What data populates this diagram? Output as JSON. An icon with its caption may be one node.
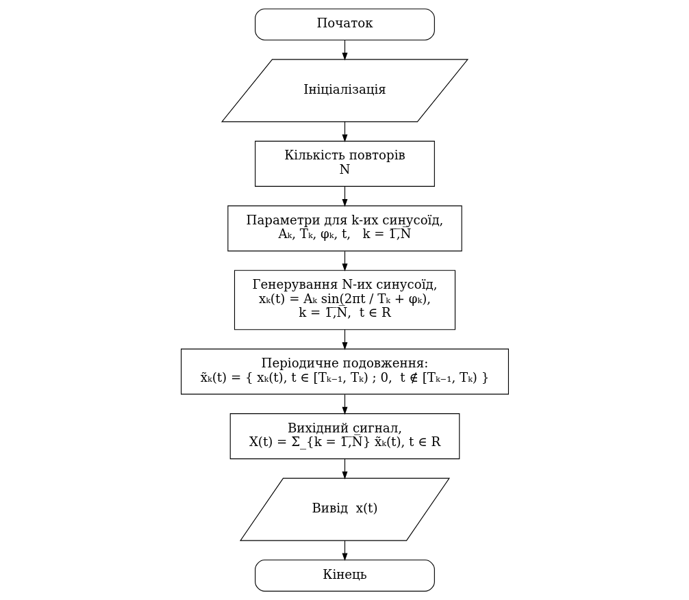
{
  "diagram": {
    "nodes": [
      {
        "text": [
          "Початок"
        ]
      },
      {
        "text": [
          "Ініціалізація"
        ]
      },
      {
        "text": [
          "Кількість повторів",
          "N"
        ]
      },
      {
        "text": [
          "Параметри для k-их синусоїд,",
          "Aₖ, Tₖ, φₖ, t,   k = 1̅,̅N̅"
        ]
      },
      {
        "text": [
          "Генерування N-их синусоїд,",
          "xₖ(t) = Aₖ sin(2πt / Tₖ + φₖ),",
          "k = 1̅,̅N̅,  t ∈ R"
        ]
      },
      {
        "text": [
          "Періодичне подовження:",
          "x̃ₖ(t) = { xₖ(t), t ∈ [Tₖ₋₁, Tₖ) ; 0,  t ∉ [Tₖ₋₁, Tₖ) }"
        ]
      },
      {
        "text": [
          "Вихідний сигнал,",
          "X(t) = Σ_{k = 1̅,̅N̅} x̃ₖ(t), t ∈ R"
        ]
      },
      {
        "text": [
          "Вивід  x(t)"
        ]
      },
      {
        "text": [
          "Кінець"
        ]
      }
    ],
    "edges": [
      {
        "from": 0,
        "to": 1,
        "arrow": "to"
      },
      {
        "from": 1,
        "to": 2,
        "arrow": "to"
      },
      {
        "from": 2,
        "to": 3,
        "arrow": "to"
      },
      {
        "from": 3,
        "to": 4,
        "arrow": "to"
      },
      {
        "from": 4,
        "to": 5,
        "arrow": "to"
      },
      {
        "from": 5,
        "to": 6,
        "arrow": "to"
      },
      {
        "from": 6,
        "to": 7,
        "arrow": "to"
      },
      {
        "from": 7,
        "to": 8,
        "arrow": "to"
      }
    ]
  }
}
